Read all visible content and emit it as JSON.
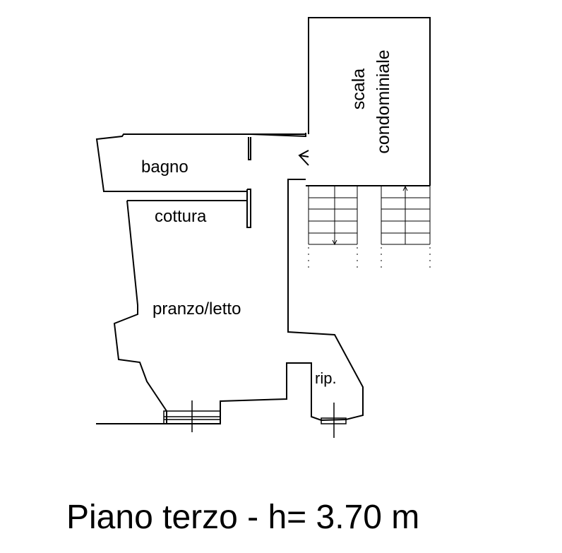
{
  "rooms": {
    "bagno": "bagno",
    "cottura": "cottura",
    "pranzo_letto": "pranzo/letto",
    "ripostiglio": "rip.",
    "scala_line1": "scala",
    "scala_line2": "condominiale"
  },
  "caption": "Piano terzo - h= 3.70 m",
  "colors": {
    "line": "#000000",
    "background": "#ffffff"
  }
}
